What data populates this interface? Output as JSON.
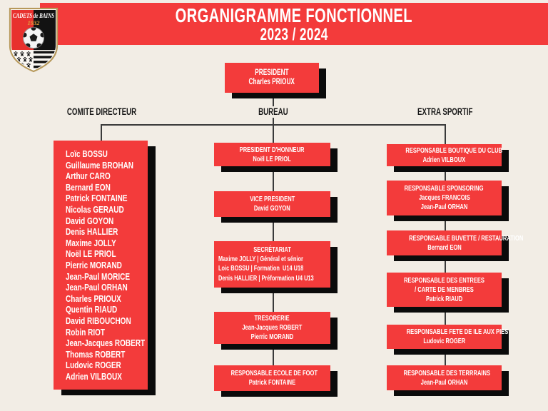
{
  "colors": {
    "background": "#F2EDE5",
    "box_red": "#F33B3B",
    "shadow_black": "#0B0B0B",
    "connector_line": "#3A3A3A",
    "banner_text": "#FFFFFF",
    "header_text": "#181818",
    "logo_gold": "#E2A33C",
    "logo_border_gold": "#B7995B"
  },
  "logo": {
    "club_name": "CADETS de BAINS",
    "founded": "1932"
  },
  "banner": {
    "line1": "ORGANIGRAMME FONCTIONNEL",
    "line2": "2023 / 2024"
  },
  "tree": {
    "president": {
      "title": "PRESIDENT",
      "name": "Charles PRIOUX"
    },
    "comite": {
      "header": "COMITE DIRECTEUR",
      "members": [
        "Loïc BOSSU",
        "Guillaume BROHAN",
        "Arthur CARO",
        "Bernard EON",
        "Patrick FONTAINE",
        "Nicolas GERAUD",
        "David GOYON",
        "Denis HALLIER",
        "Maxime JOLLY",
        "Noël LE PRIOL",
        "Pierric MORAND",
        "Jean-Paul MORICE",
        "Jean-Paul ORHAN",
        "Charles PRIOUX",
        "Quentin RIAUD",
        "David RIBOUCHON",
        "Robin RIOT",
        "Jean-Jacques ROBERT",
        "Thomas ROBERT",
        "Ludovic ROGER",
        "Adrien VILBOUX"
      ]
    },
    "bureau": {
      "header": "BUREAU",
      "boxes": [
        {
          "title": "PRESIDENT D'HONNEUR",
          "line1": "Noël LE PRIOL"
        },
        {
          "title": "VICE PRESIDENT",
          "line1": "David GOYON"
        },
        {
          "title": "SECRÉTARIAT",
          "line1": "Maxime JOLLY | Général et sénior",
          "line2": "Loic BOSSU | Formation  U14 U18",
          "line3": "Denis HALLIER | Préformation U4 U13"
        },
        {
          "title": "TRESORERIE",
          "line1": "Jean-Jacques ROBERT",
          "line2": "Pierric MORAND"
        },
        {
          "title": "RESPONSABLE ECOLE DE FOOT",
          "line1": "Patrick FONTAINE"
        }
      ]
    },
    "extra": {
      "header": "EXTRA SPORTIF",
      "boxes": [
        {
          "title": "RESPONSABLE BOUTIQUE DU CLUB",
          "line1": "Adrien VILBOUX"
        },
        {
          "title": "RESPONSABLE SPONSORING",
          "line1": "Jacques FRANCOIS",
          "line2": "Jean-Paul ORHAN"
        },
        {
          "title": "RESPONSABLE BUVETTE / RESTAURATION",
          "line1": "Bernard EON"
        },
        {
          "title": "RESPONSABLE DES ENTREES",
          "subtitle": "/ CARTE DE MENBRES",
          "line1": "Patrick RIAUD"
        },
        {
          "title": "RESPONSABLE FETE DE ILE AUX PIES",
          "line1": "Ludovic ROGER"
        },
        {
          "title": "RESPONSABLE DES TERRRAINS",
          "line1": "Jean-Paul ORHAN"
        }
      ]
    }
  }
}
